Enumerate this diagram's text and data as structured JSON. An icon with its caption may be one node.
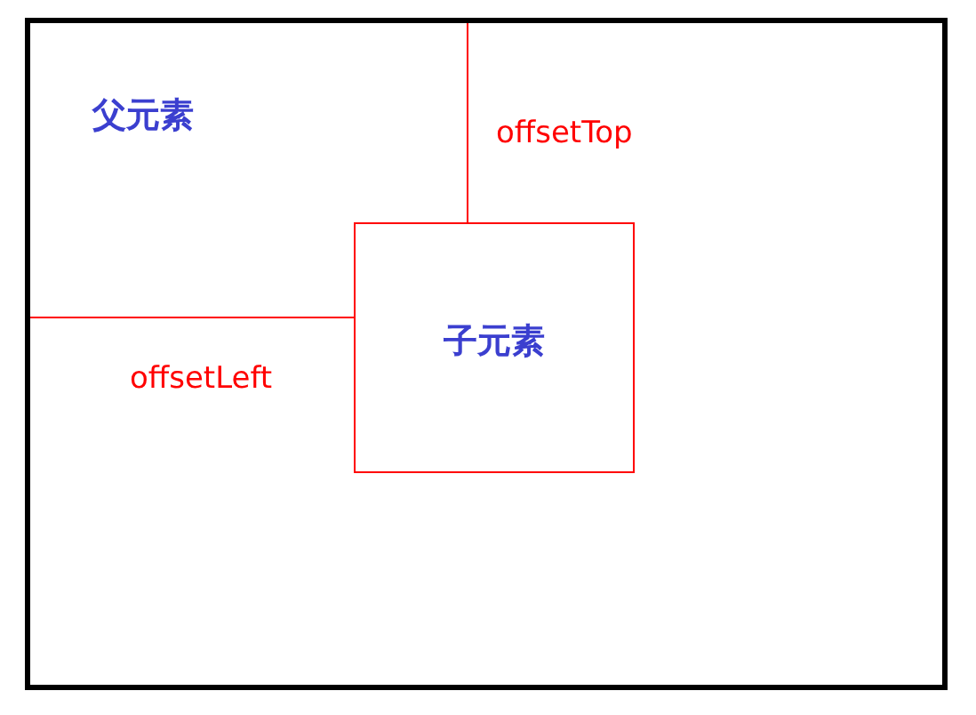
{
  "diagram": {
    "nodes": [
      {
        "text": [
          "父元素"
        ]
      },
      {
        "text": [
          "子元素"
        ],
        "in": 0
      }
    ],
    "labels": [
      "offsetTop",
      "offsetLeft"
    ]
  }
}
